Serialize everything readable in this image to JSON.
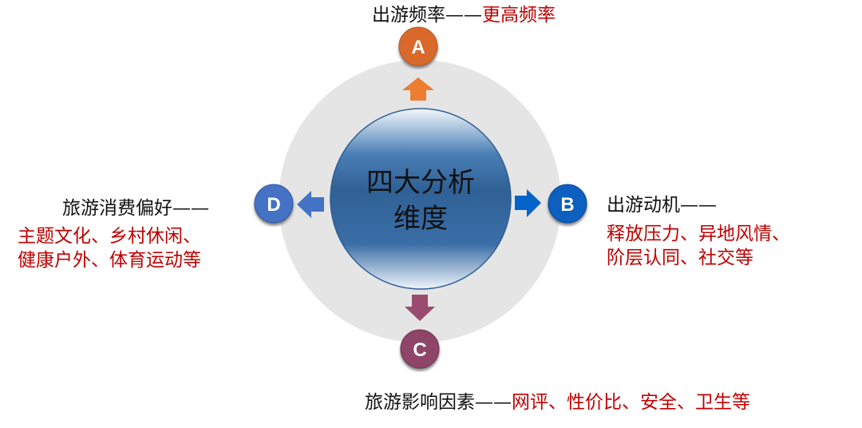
{
  "center": {
    "line1": "四大分析",
    "line2": "维度"
  },
  "colors": {
    "A": "#e07a2e",
    "B": "#0a5fc0",
    "C": "#8e4467",
    "D": "#4472c4",
    "ring": "#e5e5e5",
    "hub": "#2f6196",
    "red": "#c00000"
  },
  "nodes": {
    "A": {
      "letter": "A",
      "title": "出游频率——",
      "detail": "更高频率"
    },
    "B": {
      "letter": "B",
      "title": "出游动机——",
      "detail1": "释放压力、异地风情、",
      "detail2": "阶层认同、社交等"
    },
    "C": {
      "letter": "C",
      "title": "旅游影响因素——",
      "detail": "网评、性价比、安全、卫生等"
    },
    "D": {
      "letter": "D",
      "title": "旅游消费偏好——",
      "detail1": "主题文化、乡村休闲、",
      "detail2": "健康户外、体育运动等"
    }
  }
}
